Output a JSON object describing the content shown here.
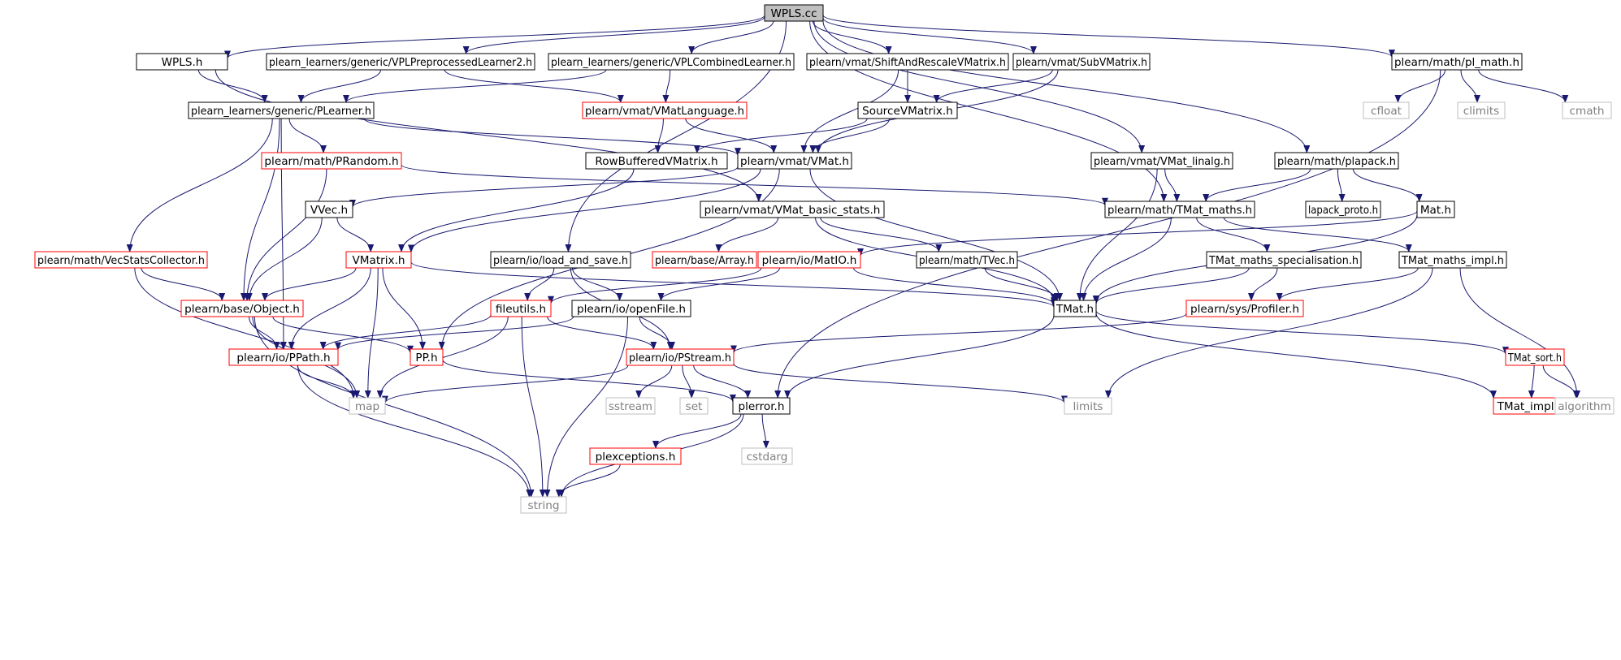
{
  "graph": {
    "title": "WPLS.cc",
    "colors": {
      "edge": "#191970",
      "border_normal": "#000000",
      "border_incomplete": "#ff0000",
      "border_external": "#bfbfbf",
      "fill_root": "#bfbfbf",
      "text_normal": "#000000",
      "text_external": "#7f7f7f"
    },
    "nodes": [
      {
        "id": "wpls_cc",
        "label": "WPLS.cc",
        "kind": "root"
      },
      {
        "id": "wpls_h",
        "label": "WPLS.h",
        "kind": "normal"
      },
      {
        "id": "vplpre2",
        "label": "plearn_learners/generic/VPLPreprocessedLearner2.h",
        "kind": "normal"
      },
      {
        "id": "vplcomb",
        "label": "plearn_learners/generic/VPLCombinedLearner.h",
        "kind": "normal"
      },
      {
        "id": "shiftrescale",
        "label": "plearn/vmat/ShiftAndRescaleVMatrix.h",
        "kind": "normal"
      },
      {
        "id": "subvmatrix",
        "label": "plearn/vmat/SubVMatrix.h",
        "kind": "normal"
      },
      {
        "id": "pl_math",
        "label": "plearn/math/pl_math.h",
        "kind": "normal"
      },
      {
        "id": "plearner",
        "label": "plearn_learners/generic/PLearner.h",
        "kind": "normal"
      },
      {
        "id": "vmatlang",
        "label": "plearn/vmat/VMatLanguage.h",
        "kind": "incomplete"
      },
      {
        "id": "sourcevm",
        "label": "SourceVMatrix.h",
        "kind": "normal"
      },
      {
        "id": "cfloat",
        "label": "cfloat",
        "kind": "external"
      },
      {
        "id": "climits",
        "label": "climits",
        "kind": "external"
      },
      {
        "id": "cmath",
        "label": "cmath",
        "kind": "external"
      },
      {
        "id": "prandom",
        "label": "plearn/math/PRandom.h",
        "kind": "incomplete"
      },
      {
        "id": "rowbuf",
        "label": "RowBufferedVMatrix.h",
        "kind": "normal"
      },
      {
        "id": "vmat_h",
        "label": "plearn/vmat/VMat.h",
        "kind": "normal"
      },
      {
        "id": "vmat_linalg",
        "label": "plearn/vmat/VMat_linalg.h",
        "kind": "normal"
      },
      {
        "id": "plapack",
        "label": "plearn/math/plapack.h",
        "kind": "normal"
      },
      {
        "id": "vvec",
        "label": "VVec.h",
        "kind": "normal"
      },
      {
        "id": "vmat_basic",
        "label": "plearn/vmat/VMat_basic_stats.h",
        "kind": "normal"
      },
      {
        "id": "tmat_maths",
        "label": "plearn/math/TMat_maths.h",
        "kind": "normal"
      },
      {
        "id": "lapack",
        "label": "lapack_proto.h",
        "kind": "normal"
      },
      {
        "id": "mat_h",
        "label": "Mat.h",
        "kind": "normal"
      },
      {
        "id": "vecstats",
        "label": "plearn/math/VecStatsCollector.h",
        "kind": "incomplete"
      },
      {
        "id": "vmatrix",
        "label": "VMatrix.h",
        "kind": "incomplete"
      },
      {
        "id": "loadsave",
        "label": "plearn/io/load_and_save.h",
        "kind": "normal"
      },
      {
        "id": "array",
        "label": "plearn/base/Array.h",
        "kind": "incomplete"
      },
      {
        "id": "matio",
        "label": "plearn/io/MatIO.h",
        "kind": "incomplete"
      },
      {
        "id": "tvec",
        "label": "plearn/math/TVec.h",
        "kind": "normal"
      },
      {
        "id": "tmm_spec",
        "label": "TMat_maths_specialisation.h",
        "kind": "normal"
      },
      {
        "id": "tmm_impl",
        "label": "TMat_maths_impl.h",
        "kind": "normal"
      },
      {
        "id": "object",
        "label": "plearn/base/Object.h",
        "kind": "incomplete"
      },
      {
        "id": "fileutils",
        "label": "fileutils.h",
        "kind": "incomplete"
      },
      {
        "id": "openfile",
        "label": "plearn/io/openFile.h",
        "kind": "normal"
      },
      {
        "id": "tmat_h",
        "label": "TMat.h",
        "kind": "normal"
      },
      {
        "id": "profiler",
        "label": "plearn/sys/Profiler.h",
        "kind": "incomplete"
      },
      {
        "id": "ppath",
        "label": "plearn/io/PPath.h",
        "kind": "incomplete"
      },
      {
        "id": "pp_h",
        "label": "PP.h",
        "kind": "incomplete"
      },
      {
        "id": "pstream",
        "label": "plearn/io/PStream.h",
        "kind": "incomplete"
      },
      {
        "id": "tmat_sort",
        "label": "TMat_sort.h",
        "kind": "incomplete"
      },
      {
        "id": "map",
        "label": "map",
        "kind": "external"
      },
      {
        "id": "sstream",
        "label": "sstream",
        "kind": "external"
      },
      {
        "id": "set",
        "label": "set",
        "kind": "external"
      },
      {
        "id": "plerror",
        "label": "plerror.h",
        "kind": "normal"
      },
      {
        "id": "limits",
        "label": "limits",
        "kind": "external"
      },
      {
        "id": "tmat_impl",
        "label": "TMat_impl.h",
        "kind": "incomplete"
      },
      {
        "id": "algorithm",
        "label": "algorithm",
        "kind": "external"
      },
      {
        "id": "plexceptions",
        "label": "plexceptions.h",
        "kind": "incomplete"
      },
      {
        "id": "cstdarg",
        "label": "cstdarg",
        "kind": "external"
      },
      {
        "id": "string",
        "label": "string",
        "kind": "external"
      }
    ],
    "edges": [
      [
        "wpls_cc",
        "wpls_h"
      ],
      [
        "wpls_cc",
        "vplpre2"
      ],
      [
        "wpls_cc",
        "vplcomb"
      ],
      [
        "wpls_cc",
        "shiftrescale"
      ],
      [
        "wpls_cc",
        "subvmatrix"
      ],
      [
        "wpls_cc",
        "pl_math"
      ],
      [
        "wpls_cc",
        "plapack"
      ],
      [
        "wpls_cc",
        "tmat_maths"
      ],
      [
        "wpls_cc",
        "vmat_linalg"
      ],
      [
        "wpls_cc",
        "loadsave"
      ],
      [
        "wpls_h",
        "plearner"
      ],
      [
        "wpls_h",
        "vmat_basic"
      ],
      [
        "vplpre2",
        "plearner"
      ],
      [
        "vplpre2",
        "vmatlang"
      ],
      [
        "vplcomb",
        "plearner"
      ],
      [
        "vplcomb",
        "vmatlang"
      ],
      [
        "shiftrescale",
        "sourcevm"
      ],
      [
        "shiftrescale",
        "vmat_h"
      ],
      [
        "subvmatrix",
        "sourcevm"
      ],
      [
        "subvmatrix",
        "vmat_h"
      ],
      [
        "pl_math",
        "cfloat"
      ],
      [
        "pl_math",
        "climits"
      ],
      [
        "pl_math",
        "cmath"
      ],
      [
        "pl_math",
        "plerror"
      ],
      [
        "plearner",
        "prandom"
      ],
      [
        "plearner",
        "vmat_h"
      ],
      [
        "plearner",
        "vecstats"
      ],
      [
        "plearner",
        "object"
      ],
      [
        "plearner",
        "ppath"
      ],
      [
        "vmatlang",
        "rowbuf"
      ],
      [
        "vmatlang",
        "vmat_h"
      ],
      [
        "sourcevm",
        "rowbuf"
      ],
      [
        "sourcevm",
        "vmat_h"
      ],
      [
        "prandom",
        "tmat_maths"
      ],
      [
        "prandom",
        "object"
      ],
      [
        "rowbuf",
        "vmatrix"
      ],
      [
        "vmat_h",
        "vvec"
      ],
      [
        "vmat_h",
        "vmatrix"
      ],
      [
        "vmat_h",
        "pp_h"
      ],
      [
        "vmat_h",
        "tmat_h"
      ],
      [
        "vmat_linalg",
        "tmat_maths"
      ],
      [
        "vmat_linalg",
        "tmat_h"
      ],
      [
        "plapack",
        "tmat_maths"
      ],
      [
        "plapack",
        "lapack"
      ],
      [
        "plapack",
        "mat_h"
      ],
      [
        "vvec",
        "vmatrix"
      ],
      [
        "vvec",
        "object"
      ],
      [
        "vmat_basic",
        "array"
      ],
      [
        "vmat_basic",
        "tvec"
      ],
      [
        "vmat_basic",
        "tmat_h"
      ],
      [
        "tmat_maths",
        "tmm_spec"
      ],
      [
        "tmat_maths",
        "tmm_impl"
      ],
      [
        "tmat_maths",
        "tmat_h"
      ],
      [
        "mat_h",
        "matio"
      ],
      [
        "mat_h",
        "tmat_h"
      ],
      [
        "vecstats",
        "object"
      ],
      [
        "vecstats",
        "map"
      ],
      [
        "vmatrix",
        "object"
      ],
      [
        "vmatrix",
        "ppath"
      ],
      [
        "vmatrix",
        "pp_h"
      ],
      [
        "vmatrix",
        "map"
      ],
      [
        "vmatrix",
        "tmat_h"
      ],
      [
        "loadsave",
        "fileutils"
      ],
      [
        "loadsave",
        "openfile"
      ],
      [
        "loadsave",
        "pstream"
      ],
      [
        "matio",
        "fileutils"
      ],
      [
        "matio",
        "openfile"
      ],
      [
        "matio",
        "tmat_h"
      ],
      [
        "tvec",
        "tmat_h"
      ],
      [
        "tmm_spec",
        "tmat_h"
      ],
      [
        "tmm_spec",
        "profiler"
      ],
      [
        "tmm_impl",
        "profiler"
      ],
      [
        "tmm_impl",
        "limits"
      ],
      [
        "tmm_impl",
        "algorithm"
      ],
      [
        "object",
        "ppath"
      ],
      [
        "object",
        "pp_h"
      ],
      [
        "object",
        "map"
      ],
      [
        "object",
        "string"
      ],
      [
        "fileutils",
        "ppath"
      ],
      [
        "fileutils",
        "pstream"
      ],
      [
        "fileutils",
        "map"
      ],
      [
        "fileutils",
        "string"
      ],
      [
        "openfile",
        "ppath"
      ],
      [
        "openfile",
        "pstream"
      ],
      [
        "openfile",
        "string"
      ],
      [
        "tmat_h",
        "tmat_sort"
      ],
      [
        "tmat_h",
        "tmat_impl"
      ],
      [
        "tmat_h",
        "plerror"
      ],
      [
        "profiler",
        "pstream"
      ],
      [
        "ppath",
        "map"
      ],
      [
        "ppath",
        "string"
      ],
      [
        "pp_h",
        "plerror"
      ],
      [
        "pstream",
        "map"
      ],
      [
        "pstream",
        "sstream"
      ],
      [
        "pstream",
        "set"
      ],
      [
        "pstream",
        "plerror"
      ],
      [
        "pstream",
        "limits"
      ],
      [
        "tmat_sort",
        "tmat_impl"
      ],
      [
        "tmat_sort",
        "algorithm"
      ],
      [
        "plerror",
        "plexceptions"
      ],
      [
        "plerror",
        "cstdarg"
      ],
      [
        "plerror",
        "string"
      ],
      [
        "plexceptions",
        "string"
      ]
    ]
  }
}
